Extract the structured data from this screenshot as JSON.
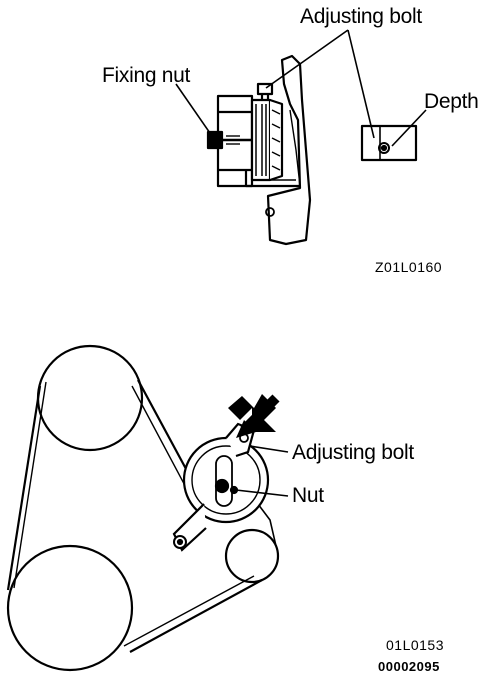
{
  "top_figure": {
    "labels": {
      "adjusting_bolt": "Adjusting bolt",
      "fixing_nut": "Fixing nut",
      "depth": "Depth"
    },
    "figure_code": "Z01L0160"
  },
  "bottom_figure": {
    "labels": {
      "adjusting_bolt": "Adjusting bolt",
      "nut": "Nut"
    },
    "figure_code": "01L0153",
    "document_code": "00002095"
  }
}
